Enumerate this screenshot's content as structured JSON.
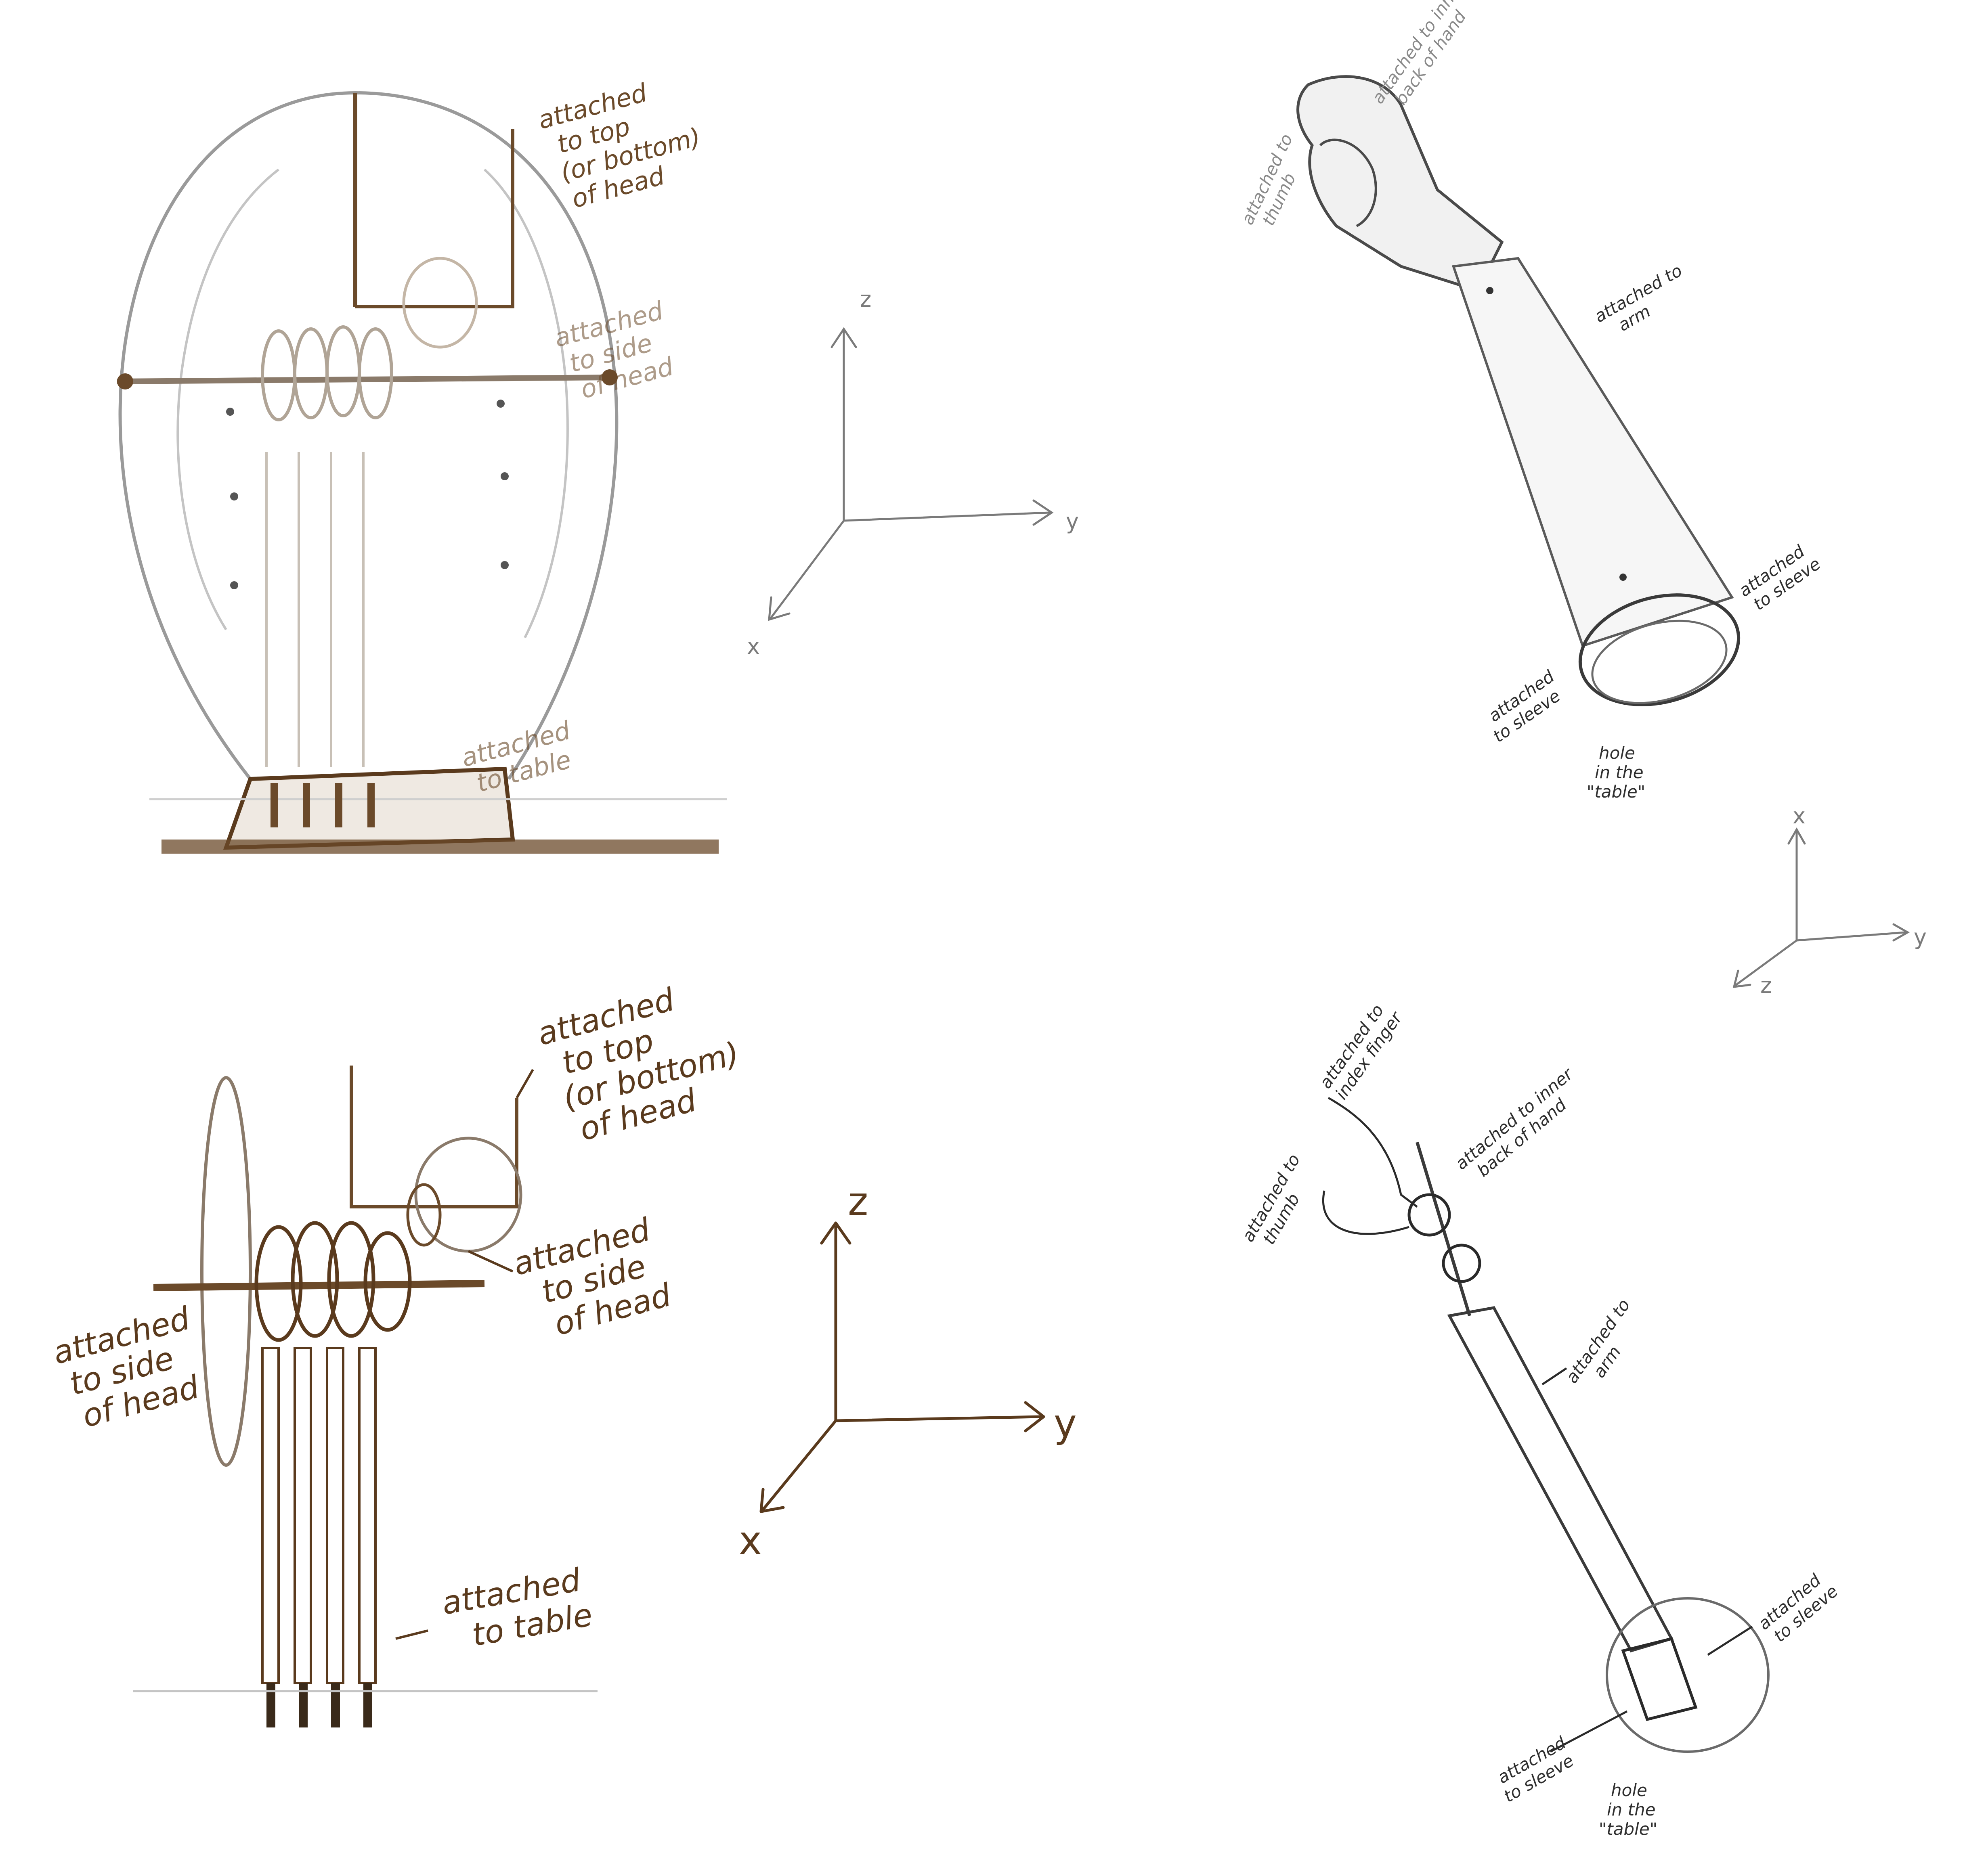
{
  "sketch_top_left": {
    "label_top": [
      "attached",
      "to top",
      "(or bottom)",
      "of head"
    ],
    "label_side": [
      "attached",
      "to side",
      "of head"
    ],
    "label_table": [
      "attached",
      "to table"
    ]
  },
  "axes_top_left": {
    "z": "z",
    "y": "y",
    "x": "x"
  },
  "sketch_bottom_left": {
    "label_top": [
      "attached",
      "to top",
      "(or bottom)",
      "of head"
    ],
    "label_side_right": [
      "attached",
      "to side",
      "of head"
    ],
    "label_side_left": [
      "attached",
      "to side",
      "of head"
    ],
    "label_table": [
      "attached",
      "to table"
    ]
  },
  "axes_bottom_left": {
    "z": "z",
    "y": "y",
    "x": "x"
  },
  "sketch_top_right": {
    "label_back_hand": [
      "attached to inner",
      "back of hand"
    ],
    "label_thumb": [
      "attached to",
      "thumb"
    ],
    "label_arm": [
      "attached to",
      "arm"
    ],
    "label_sleeve_right": [
      "attached",
      "to sleeve"
    ],
    "label_sleeve_left": [
      "attached",
      "to sleeve"
    ],
    "label_hole": [
      "hole",
      "in the",
      "\"table\""
    ]
  },
  "axes_top_right": {
    "x": "x",
    "y": "y",
    "z": "z"
  },
  "sketch_bottom_right": {
    "label_index": [
      "attached to",
      "index finger"
    ],
    "label_back_hand": [
      "attached to inner",
      "back of hand"
    ],
    "label_thumb": [
      "attached to",
      "thumb"
    ],
    "label_arm": [
      "attached to",
      "arm"
    ],
    "label_sleeve_right": [
      "attached",
      "to sleeve"
    ],
    "label_sleeve_left": [
      "attached",
      "to sleeve"
    ],
    "label_hole": [
      "hole",
      "in the",
      "\"table\""
    ]
  }
}
